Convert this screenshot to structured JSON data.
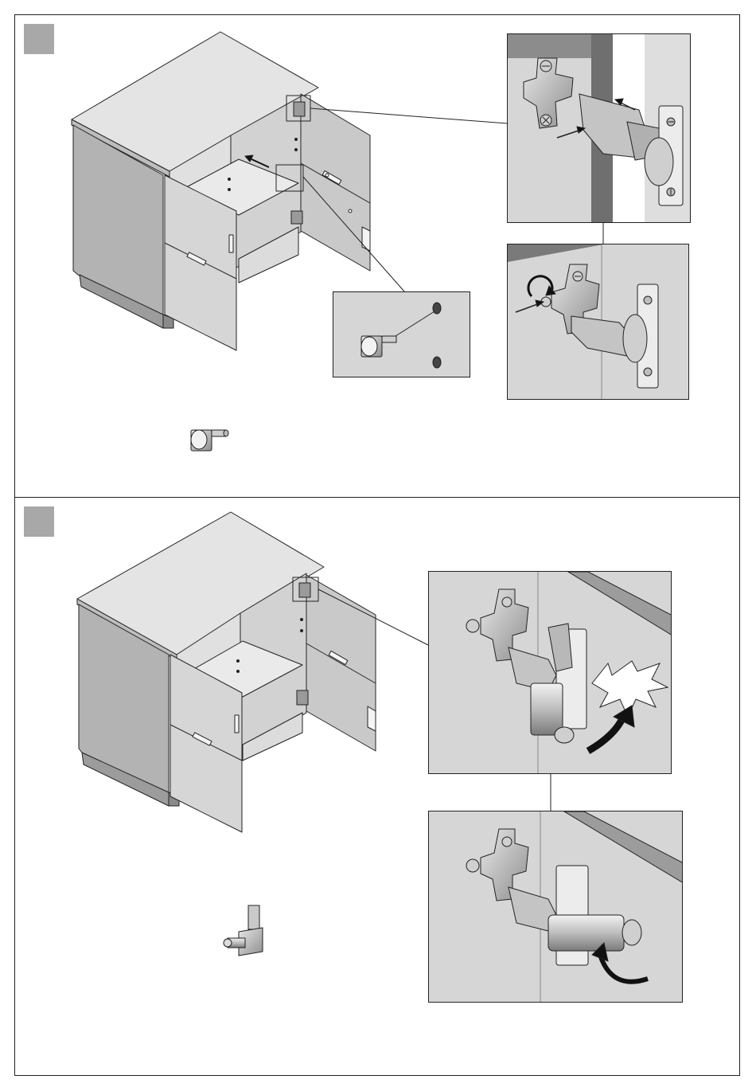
{
  "document": {
    "steps": [
      {
        "badge_color": "#a8a8a8",
        "details": [
          "hinge-clip-on-detail",
          "shelf-pin-detail",
          "hinge-screw-adjust-detail"
        ],
        "part_icon": "shelf-support-pin-icon"
      },
      {
        "badge_color": "#a8a8a8",
        "details": [
          "soft-close-damper-snap-detail",
          "soft-close-damper-adjust-detail"
        ],
        "part_icon": "soft-close-damper-icon"
      }
    ],
    "colors": {
      "line": "#222222",
      "panel_light": "#e4e4e4",
      "panel_mid": "#c9c9c9",
      "panel_dark": "#9c9c9c",
      "metal": "#b8b8b8",
      "arrow": "#111111"
    }
  }
}
